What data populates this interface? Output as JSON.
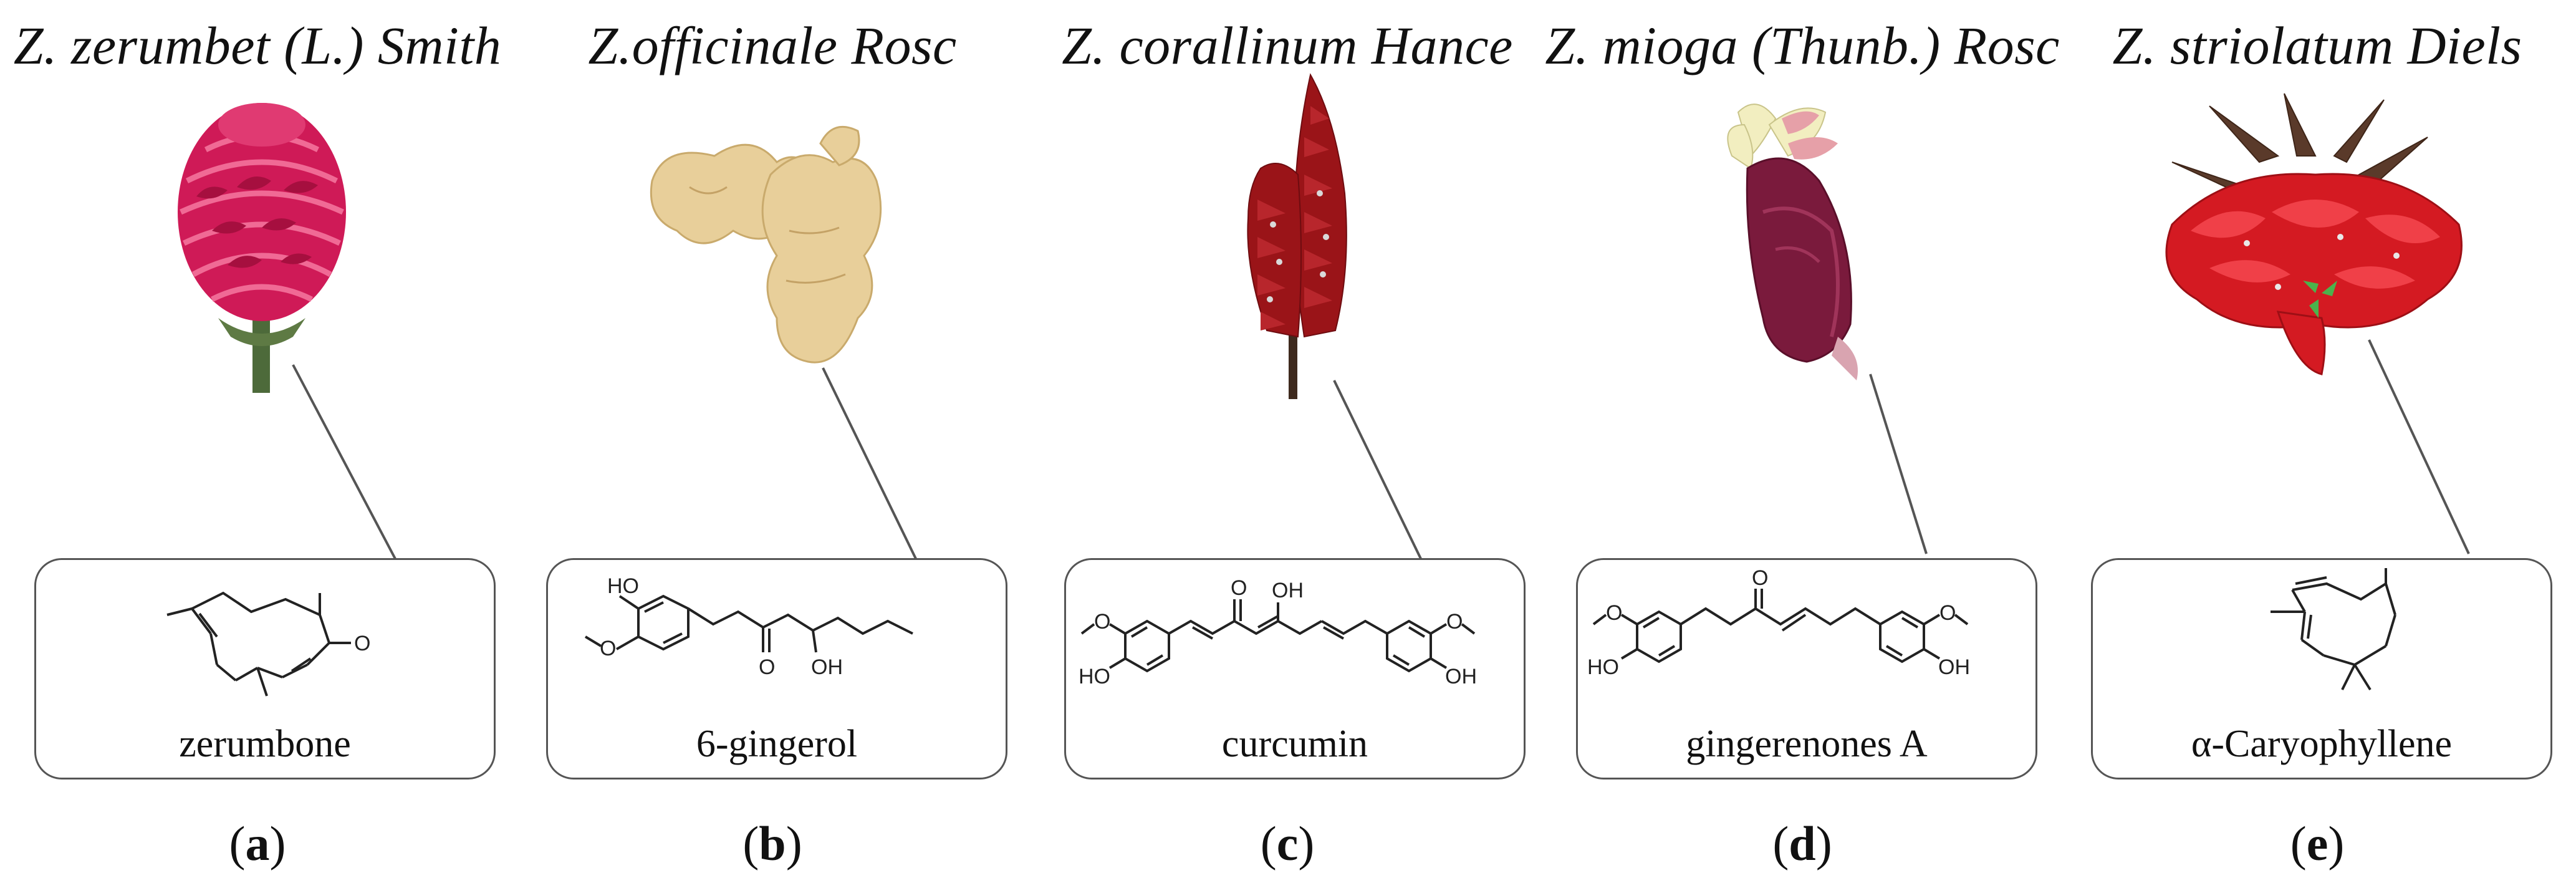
{
  "panels": [
    {
      "species": "Z. zerumbet (L.) Smith",
      "compound": "zerumbone",
      "label": "a",
      "photo": "pink-cone-inflorescence"
    },
    {
      "species": "Z.officinale Rosc",
      "compound": "6-gingerol",
      "label": "b",
      "photo": "ginger-rhizome"
    },
    {
      "species": "Z. corallinum Hance",
      "compound": "curcumin",
      "label": "c",
      "photo": "red-spike-inflorescence"
    },
    {
      "species": "Z. mioga (Thunb.) Rosc",
      "compound": "gingerenones A",
      "label": "d",
      "photo": "purple-flower-bud"
    },
    {
      "species": "Z. striolatum Diels",
      "compound": "α-Caryophyllene",
      "label": "e",
      "photo": "red-bloom-cluster"
    }
  ],
  "atoms": {
    "oxygen": "O",
    "hydroxyl": "OH",
    "hydroxyl_left": "HO"
  },
  "colors": {
    "zerumbet_pink": "#d81c5a",
    "ginger_tan": "#e8cf9a",
    "corallinum_red": "#9a1418",
    "mioga_purple": "#7a1a3c",
    "striolatum_red": "#d41a22",
    "box_border": "#555555"
  }
}
